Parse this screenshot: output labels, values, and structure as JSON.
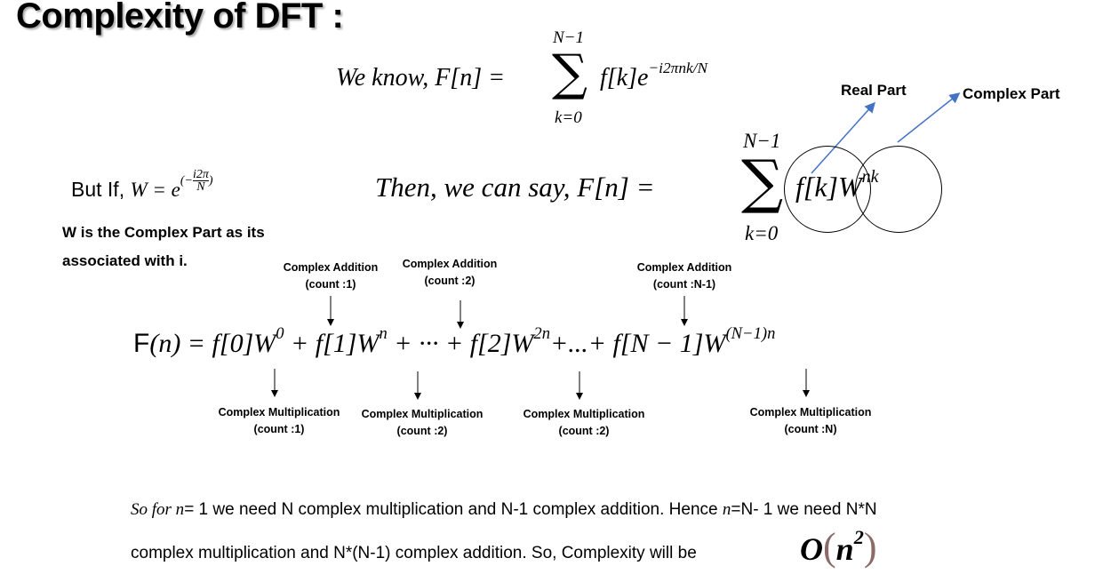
{
  "title": "Complexity of DFT :",
  "we_know": {
    "lhs": "We know, F[n] =",
    "sum_upper": "N−1",
    "sum_lower": "k=0",
    "sum_symbol": "∑",
    "term": "f[k]e",
    "exponent": "−i2πnk/N"
  },
  "annotations": {
    "real_part": "Real Part",
    "complex_part": "Complex Part",
    "arrow_color": "#4472c4"
  },
  "but_if": {
    "text": "But If, ",
    "w_eq": "W = e",
    "exponent_open": "(−",
    "exponent_num": "i2π",
    "exponent_den": "N",
    "exponent_close": ")"
  },
  "w_note": [
    "W is the Complex Part as its",
    "associated with i."
  ],
  "then": {
    "lhs": "Then, we can say, F[n] =",
    "sum_upper": "N−1",
    "sum_lower": "k=0",
    "sum_symbol": "∑",
    "fk": "f[k]",
    "w": "W",
    "w_exp": "nk"
  },
  "expansion": {
    "F": "F",
    "parts": [
      "(n) = f[0]W",
      "0",
      " + f[1]W",
      "n",
      " + ··· + f[2]W",
      "2n",
      "+...+ f[N − 1]W",
      "(N−1)n"
    ]
  },
  "additions": [
    {
      "label": "Complex Addition",
      "count": "(count :1)"
    },
    {
      "label": "Complex Addition",
      "count": "(count :2)"
    },
    {
      "label": "Complex Addition",
      "count": "(count :N-1)"
    }
  ],
  "multiplications": [
    {
      "label": "Complex Multiplication",
      "count": "(count :1)"
    },
    {
      "label": "Complex Multiplication",
      "count": "(count :2)"
    },
    {
      "label": "Complex Multiplication",
      "count": "(count :2)"
    },
    {
      "label": "Complex Multiplication",
      "count": "(count :N)"
    }
  ],
  "conclusion": {
    "line1_italic": "So for n",
    "line1_a": "= 1 we need N complex multiplication and N-1 complex addition. Hence ",
    "line1_n": "n",
    "line1_b": "=N- 1 we need N*N",
    "line2": "complex multiplication and N*(N-1) complex addition. So, Complexity will be",
    "big_o": "O",
    "paren_open": "(",
    "big_n": "n",
    "big_exp": "2",
    "paren_close": ")",
    "paren_color": "#8b6a6a"
  }
}
